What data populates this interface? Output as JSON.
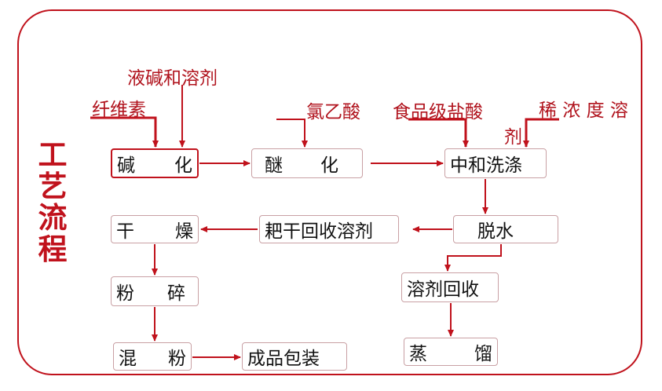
{
  "side_title": [
    "工",
    "艺",
    "流",
    "程"
  ],
  "inputs": {
    "lye_solvent": "液碱和溶剂",
    "cellulose": "纤维素",
    "chloroacetic": "氯乙酸",
    "hcl": "食品级盐酸",
    "dilute_1": "稀 浓 度 溶",
    "dilute_2": "剂"
  },
  "steps": {
    "alkalization": [
      "碱",
      "化"
    ],
    "etherification": [
      "醚",
      "化"
    ],
    "neutralize_wash": "中和洗涤",
    "dehydration": "脱水",
    "rake_dry": "耙干回收溶剂",
    "drying": [
      "干",
      "燥"
    ],
    "crushing": [
      "粉",
      "碎"
    ],
    "mixing": [
      "混",
      "粉"
    ],
    "packaging": "成品包装",
    "solvent_recovery": "溶剂回收",
    "distillation": [
      "蒸",
      "馏"
    ]
  },
  "colors": {
    "accent": "#c0121c",
    "box_border": "#c9a0a4",
    "text": "#111111"
  }
}
